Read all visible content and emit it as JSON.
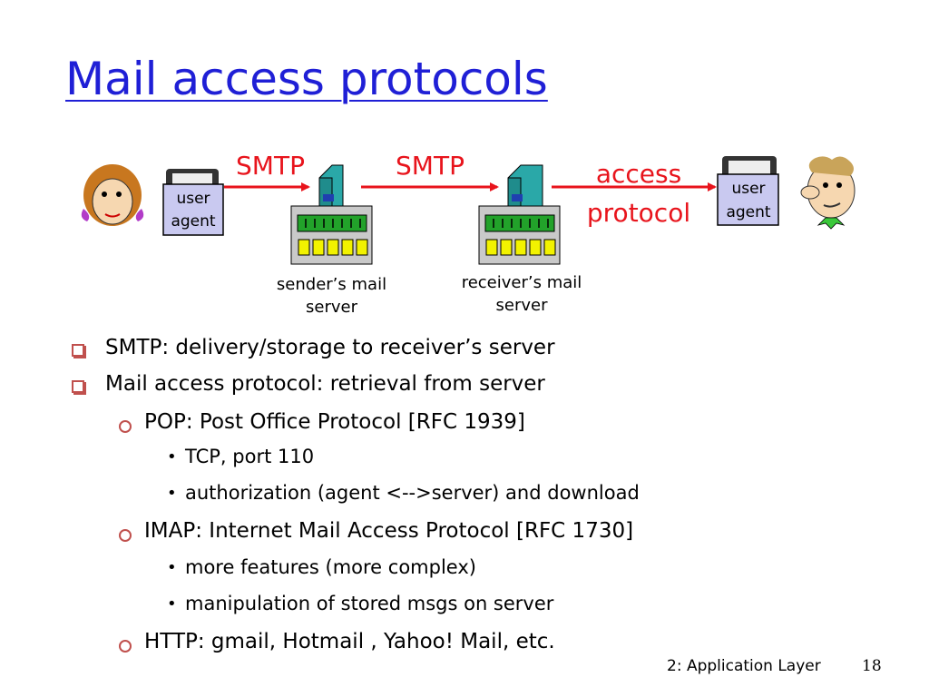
{
  "title": "Mail access protocols",
  "diagram": {
    "smtp_label_1": "SMTP",
    "smtp_label_2": "SMTP",
    "access_label_line1": "access",
    "access_label_line2": "protocol",
    "left_agent": {
      "line1": "user",
      "line2": "agent"
    },
    "right_agent": {
      "line1": "user",
      "line2": "agent"
    },
    "sender_caption": "sender’s mail\nserver",
    "receiver_caption": "receiver’s mail\nserver",
    "arrow_color": "#e8141c",
    "server_color": "#2aa8a8",
    "agent_box_color": "#c9c9f0"
  },
  "bullets": [
    {
      "level": 1,
      "text": "SMTP: delivery/storage to receiver’s server"
    },
    {
      "level": 1,
      "text": "Mail access protocol: retrieval from server"
    },
    {
      "level": 2,
      "text": "POP: Post Office Protocol [RFC 1939]"
    },
    {
      "level": 3,
      "text": "TCP, port 110"
    },
    {
      "level": 3,
      "text": "authorization (agent <-->server) and download"
    },
    {
      "level": 2,
      "text": "IMAP: Internet Mail Access Protocol [RFC 1730]"
    },
    {
      "level": 3,
      "text": "more features (more complex)"
    },
    {
      "level": 3,
      "text": "manipulation of stored msgs on server"
    },
    {
      "level": 2,
      "text": "HTTP: gmail, Hotmail , Yahoo! Mail, etc."
    }
  ],
  "footer": {
    "chapter": "2: Application Layer",
    "page": "18"
  }
}
